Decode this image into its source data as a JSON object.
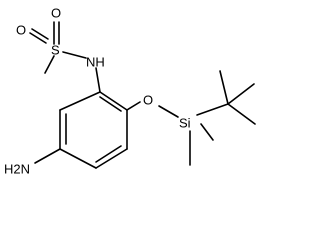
{
  "atoms": {
    "o_top": "O",
    "s": "S",
    "o_left": "O",
    "nh": "NH",
    "o_ether": "O",
    "si": "Si",
    "h2n": "H2N"
  },
  "colors": {
    "bond": "#000000",
    "text": "#000000",
    "background": "#ffffff"
  }
}
